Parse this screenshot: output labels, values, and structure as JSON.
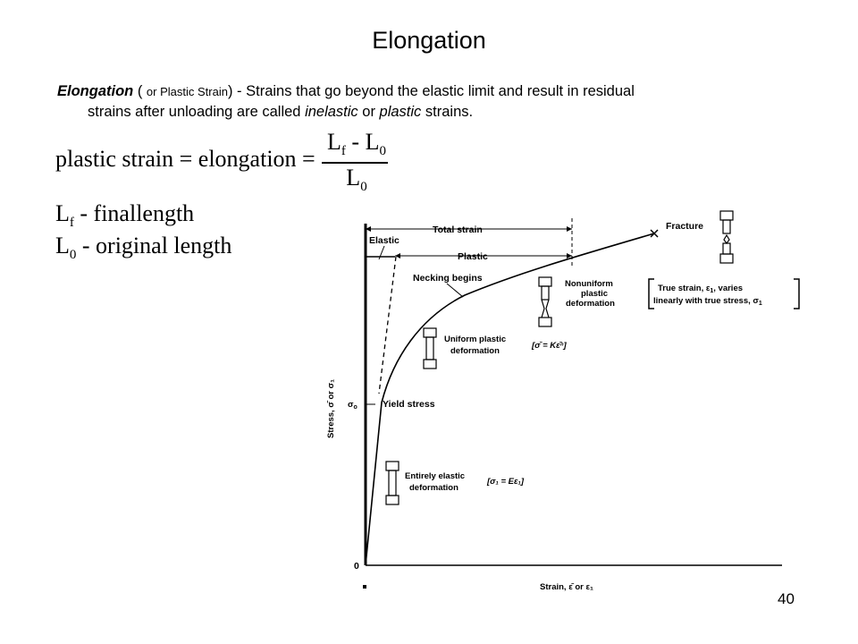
{
  "slide": {
    "title": "Elongation",
    "page_number": "40"
  },
  "definition": {
    "term": "Elongation",
    "paren_open": " ( ",
    "paren_text": "or Plastic Strain",
    "paren_close": ")",
    "text_a": " - Strains that go beyond the elastic limit and   result in residual",
    "text_b": "strains after unloading are called ",
    "em1": "inelastic",
    "text_c": " or ",
    "em2": "plastic",
    "text_d": " strains."
  },
  "formula": {
    "lhs": "plastic strain = elongation =",
    "numerator": "L",
    "num_sub_f": "f",
    "num_minus": " - L",
    "num_sub_0": "0",
    "denominator": "L",
    "den_sub": "0"
  },
  "legend": {
    "lf_symbol": "L",
    "lf_sub": "f",
    "lf_text": "- finallength",
    "l0_symbol": "L",
    "l0_sub": "0",
    "l0_text": "- original length"
  },
  "diagram": {
    "total_strain": "Total strain",
    "elastic": "Elastic",
    "plastic": "Plastic",
    "fracture": "Fracture",
    "necking": "Necking begins",
    "nonuniform_1": "Nonuniform",
    "nonuniform_2": "plastic",
    "nonuniform_3": "deformation",
    "true_strain_1": "True strain, ε",
    "true_strain_1_sub": "1",
    "true_strain_1_end": ", varies",
    "true_strain_2": "linearly with true stress, σ",
    "true_strain_2_sub": "1",
    "uniform_1": "Uniform plastic",
    "uniform_2": "deformation",
    "uniform_eq": "[σ̄ = Kε̄ⁿ]",
    "yield_symbol": "σ",
    "yield_sub": "o",
    "yield_stress": "Yield stress",
    "elastic_def_1": "Entirely elastic",
    "elastic_def_2": "deformation",
    "elastic_eq": "[σ₁ = Eε₁]",
    "y_axis": "Stress, σ̄ or σ₁",
    "x_axis": "Strain, ε̄ or ε₁",
    "origin": "0"
  }
}
